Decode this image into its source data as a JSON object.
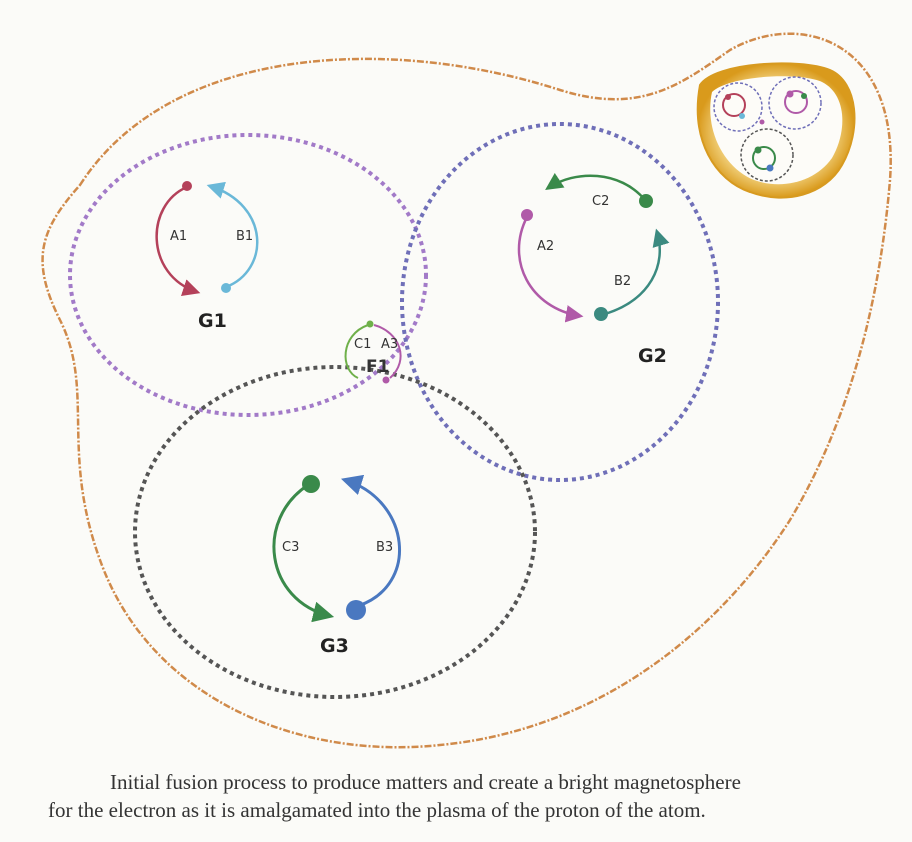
{
  "labels": {
    "g1": "G1",
    "g2": "G2",
    "g3": "G3",
    "f1": "F1",
    "a1": "A1",
    "b1": "B1",
    "a2": "A2",
    "b2": "B2",
    "c2": "C2",
    "b3": "B3",
    "c3": "C3",
    "c1": "C1",
    "a3": "A3"
  },
  "caption": {
    "line1": "Initial fusion process to produce matters and create a bright magnetosphere",
    "line2": "for the electron as it is amalgamated into the plasma of the proton of the atom."
  },
  "colors": {
    "boundary": "#d08a4a",
    "g1_ring": "#a27ac8",
    "g2_ring": "#6f6fb8",
    "g3_ring": "#555555",
    "inset_glow": "#e3b33a",
    "arrow_red": "#b4415a",
    "arrow_lightblue": "#6ab8d8",
    "arrow_purple": "#b05aa8",
    "arrow_green": "#3a8a4a",
    "arrow_teal": "#3b8a80",
    "arrow_blue": "#4a78c0"
  }
}
